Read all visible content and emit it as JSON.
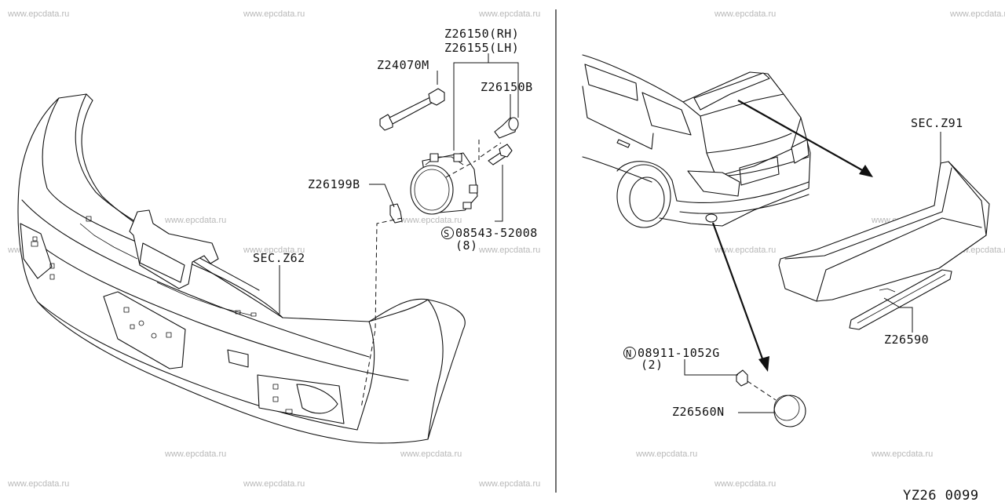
{
  "watermark": "www.epcdata.ru",
  "diagram_id": "YZ26 0099",
  "labels": {
    "z26150": "Z26150(RH)",
    "z26155": "Z26155(LH)",
    "z24070m": "Z24070M",
    "z26150b": "Z26150B",
    "z26199b": "Z26199B",
    "s08543": "08543-52008",
    "s08543_qty": "(8)",
    "s_symbol": "S",
    "sec_z62": "SEC.Z62",
    "sec_z91": "SEC.Z91",
    "z26590": "Z26590",
    "n08911": "08911-1052G",
    "n08911_qty": "(2)",
    "n_symbol": "N",
    "z26560n": "Z26560N"
  }
}
